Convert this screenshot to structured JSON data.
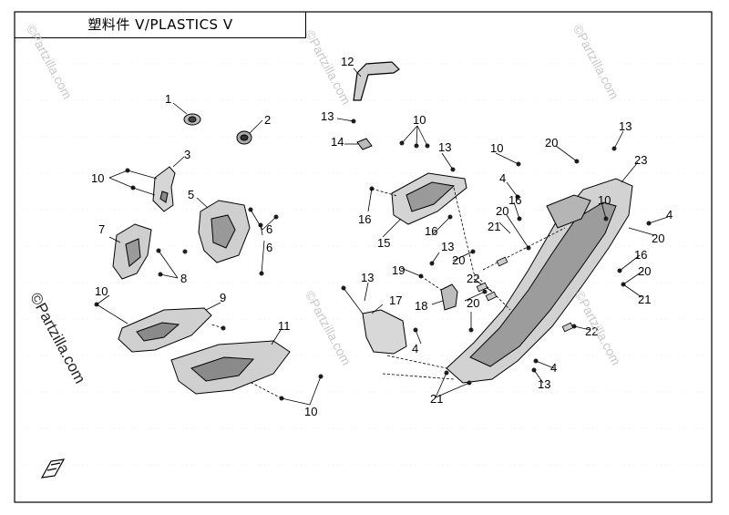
{
  "title": "塑料件 V/PLASTICS V",
  "watermark": "©Partzilla.com",
  "callouts": {
    "c1": "1",
    "c2": "2",
    "c3": "3",
    "c4": "4",
    "c5": "5",
    "c6": "6",
    "c7": "7",
    "c8": "8",
    "c9": "9",
    "c10": "10",
    "c11": "11",
    "c12": "12",
    "c13": "13",
    "c14": "14",
    "c15": "15",
    "c16": "16",
    "c17": "17",
    "c18": "18",
    "c19": "19",
    "c20": "20",
    "c21": "21",
    "c22": "22",
    "c23": "23"
  },
  "colors": {
    "line": "#000000",
    "frame": "#000000",
    "watermark": "#c8c8c8",
    "grid": "#d9d9d9"
  }
}
